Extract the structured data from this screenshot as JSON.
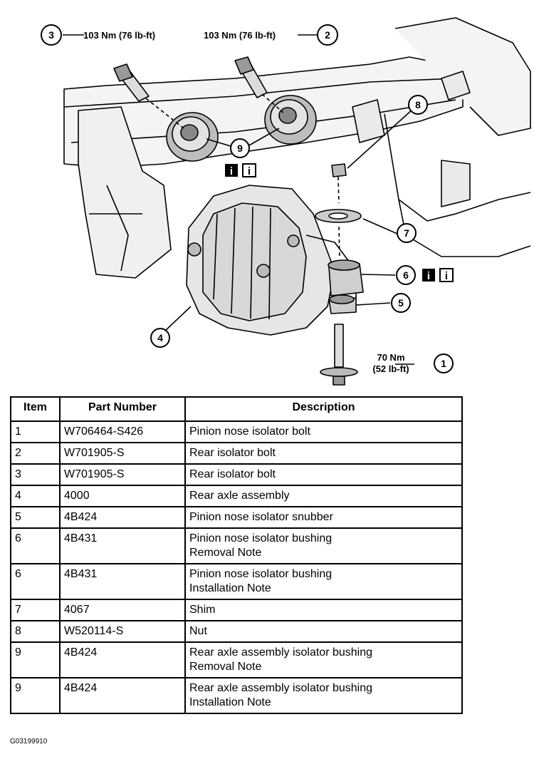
{
  "callouts": {
    "c1": {
      "num": "1",
      "torque_nm": "70 Nm",
      "torque_lbft": "(52 lb-ft)"
    },
    "c2": {
      "num": "2",
      "torque": "103 Nm (76 lb-ft)"
    },
    "c3": {
      "num": "3",
      "torque": "103 Nm (76 lb-ft)"
    },
    "c4": {
      "num": "4"
    },
    "c5": {
      "num": "5"
    },
    "c6": {
      "num": "6"
    },
    "c7": {
      "num": "7"
    },
    "c8": {
      "num": "8"
    },
    "c9": {
      "num": "9"
    },
    "info_icon": "i"
  },
  "table": {
    "headers": [
      "Item",
      "Part Number",
      "Description"
    ],
    "rows": [
      {
        "item": "1",
        "part": "W706464-S426",
        "desc": [
          "Pinion nose isolator bolt"
        ]
      },
      {
        "item": "2",
        "part": "W701905-S",
        "desc": [
          "Rear isolator bolt"
        ]
      },
      {
        "item": "3",
        "part": "W701905-S",
        "desc": [
          "Rear isolator bolt"
        ]
      },
      {
        "item": "4",
        "part": "4000",
        "desc": [
          "Rear axle assembly"
        ]
      },
      {
        "item": "5",
        "part": "4B424",
        "desc": [
          "Pinion nose isolator snubber"
        ]
      },
      {
        "item": "6",
        "part": "4B431",
        "desc": [
          "Pinion nose isolator bushing",
          "Removal Note"
        ]
      },
      {
        "item": "6",
        "part": "4B431",
        "desc": [
          "Pinion nose isolator bushing",
          "Installation Note"
        ]
      },
      {
        "item": "7",
        "part": "4067",
        "desc": [
          "Shim"
        ]
      },
      {
        "item": "8",
        "part": "W520114-S",
        "desc": [
          "Nut"
        ]
      },
      {
        "item": "9",
        "part": "4B424",
        "desc": [
          "Rear axle assembly isolator bushing",
          "Removal Note"
        ]
      },
      {
        "item": "9",
        "part": "4B424",
        "desc": [
          "Rear axle assembly isolator bushing",
          "Installation Note"
        ]
      }
    ]
  },
  "figure_id": "G03199910"
}
